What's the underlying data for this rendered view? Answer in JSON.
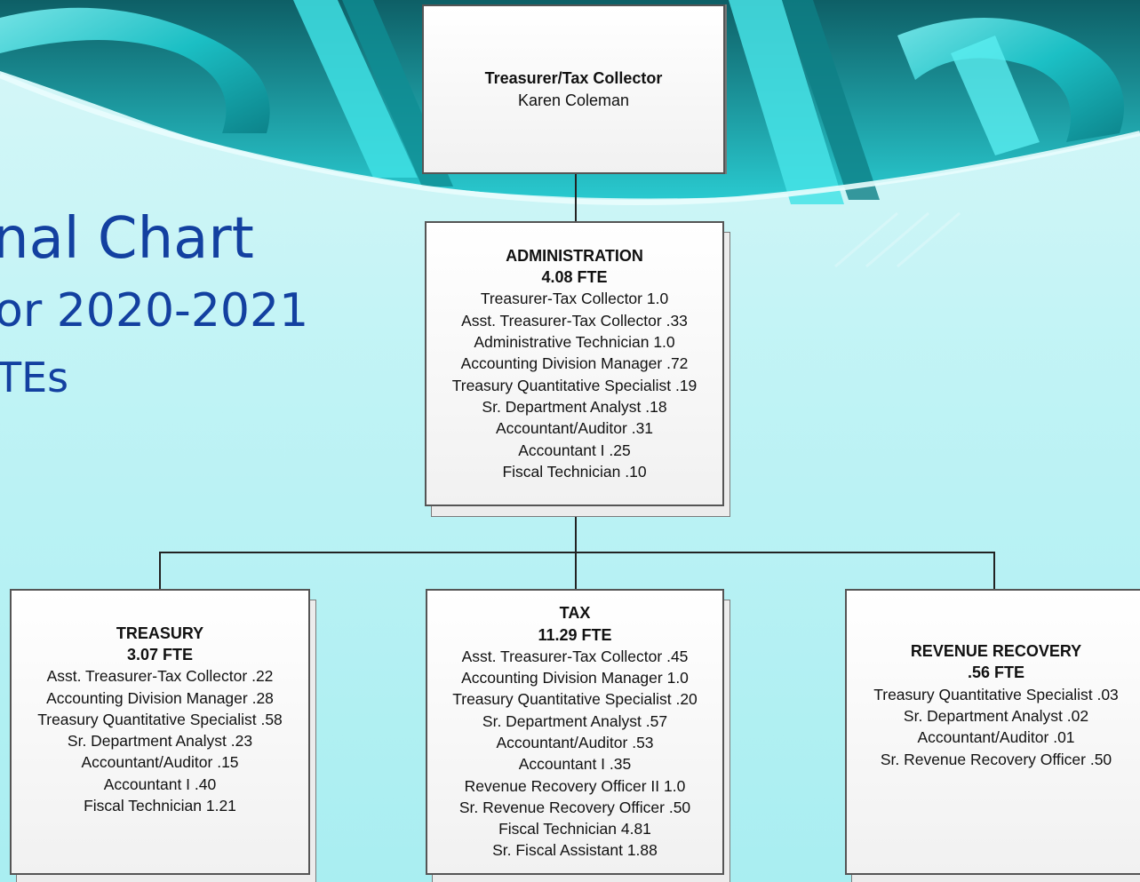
{
  "title_lines": [
    "nal Chart",
    "or 2020-2021",
    "TEs"
  ],
  "top": {
    "title": "Treasurer/Tax Collector",
    "name": "Karen Coleman"
  },
  "administration": {
    "name": "ADMINISTRATION",
    "fte": "4.08 FTE",
    "positions": [
      "Treasurer-Tax Collector 1.0",
      "Asst. Treasurer-Tax Collector .33",
      "Administrative Technician 1.0",
      "Accounting Division Manager .72",
      "Treasury Quantitative Specialist .19",
      "Sr. Department Analyst .18",
      "Accountant/Auditor .31",
      "Accountant I .25",
      "Fiscal Technician .10"
    ]
  },
  "treasury": {
    "name": "TREASURY",
    "fte": "3.07 FTE",
    "positions": [
      "Asst. Treasurer-Tax Collector .22",
      "Accounting Division Manager .28",
      "Treasury Quantitative Specialist .58",
      "Sr. Department Analyst .23",
      "Accountant/Auditor .15",
      "Accountant I .40",
      "Fiscal Technician 1.21"
    ]
  },
  "tax": {
    "name": "TAX",
    "fte": "11.29 FTE",
    "positions": [
      "Asst. Treasurer-Tax Collector .45",
      "Accounting Division Manager 1.0",
      "Treasury Quantitative Specialist .20",
      "Sr. Department Analyst .57",
      "Accountant/Auditor .53",
      "Accountant I .35",
      "Revenue Recovery Officer II 1.0",
      "Sr. Revenue Recovery Officer .50",
      "Fiscal Technician 4.81",
      "Sr. Fiscal Assistant 1.88"
    ]
  },
  "revenue_recovery": {
    "name": "REVENUE RECOVERY",
    "fte": ".56 FTE",
    "positions": [
      "Treasury Quantitative Specialist .03",
      "Sr. Department Analyst .02",
      "Accountant/Auditor .01",
      "Sr. Revenue Recovery Officer .50"
    ]
  },
  "colors": {
    "title": "#1340a0",
    "teal": "#2fd3d6",
    "background": "#bff3f5"
  }
}
